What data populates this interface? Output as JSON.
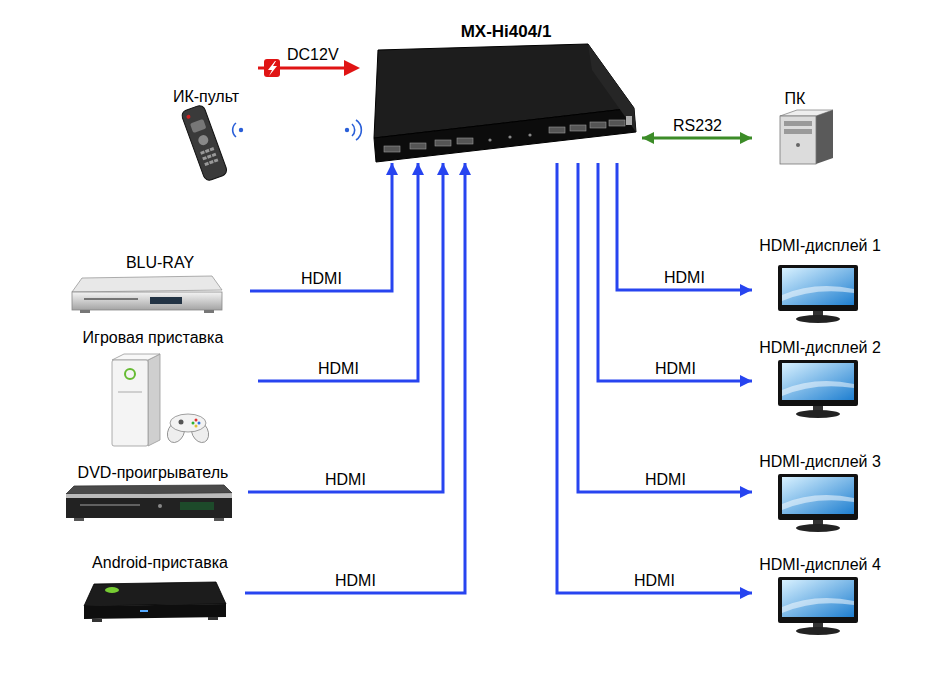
{
  "diagram": {
    "nodes": [
      {
        "text": [
          "MX-Hi404/1"
        ]
      },
      {
        "text": [
          "ИК-пульт"
        ]
      },
      {
        "text": [
          "ПК"
        ]
      },
      {
        "text": [
          "BLU-RAY"
        ]
      },
      {
        "text": [
          "Игровая приставка"
        ]
      },
      {
        "text": [
          "DVD-проигрыватель"
        ]
      },
      {
        "text": [
          "Android-приставка"
        ]
      },
      {
        "text": [
          "HDMI-дисплей 1"
        ]
      },
      {
        "text": [
          "HDMI-дисплей 2"
        ]
      },
      {
        "text": [
          "HDMI-дисплей 3"
        ]
      },
      {
        "text": [
          "HDMI-дисплей 4"
        ]
      }
    ],
    "edges": [
      {
        "from": 0,
        "to": 2,
        "label": "RS232",
        "arrow": "both"
      },
      {
        "from": 3,
        "to": 0,
        "label": "HDMI",
        "arrow": "to"
      },
      {
        "from": 4,
        "to": 0,
        "label": "HDMI",
        "arrow": "to"
      },
      {
        "from": 5,
        "to": 0,
        "label": "HDMI",
        "arrow": "to"
      },
      {
        "from": 6,
        "to": 0,
        "label": "HDMI",
        "arrow": "to"
      },
      {
        "from": 0,
        "to": 7,
        "label": "HDMI",
        "arrow": "to"
      },
      {
        "from": 0,
        "to": 8,
        "label": "HDMI",
        "arrow": "to"
      },
      {
        "from": 0,
        "to": 9,
        "label": "HDMI",
        "arrow": "to"
      },
      {
        "from": 0,
        "to": 10,
        "label": "HDMI",
        "arrow": "to"
      }
    ],
    "labels": [
      "DC12V"
    ]
  }
}
